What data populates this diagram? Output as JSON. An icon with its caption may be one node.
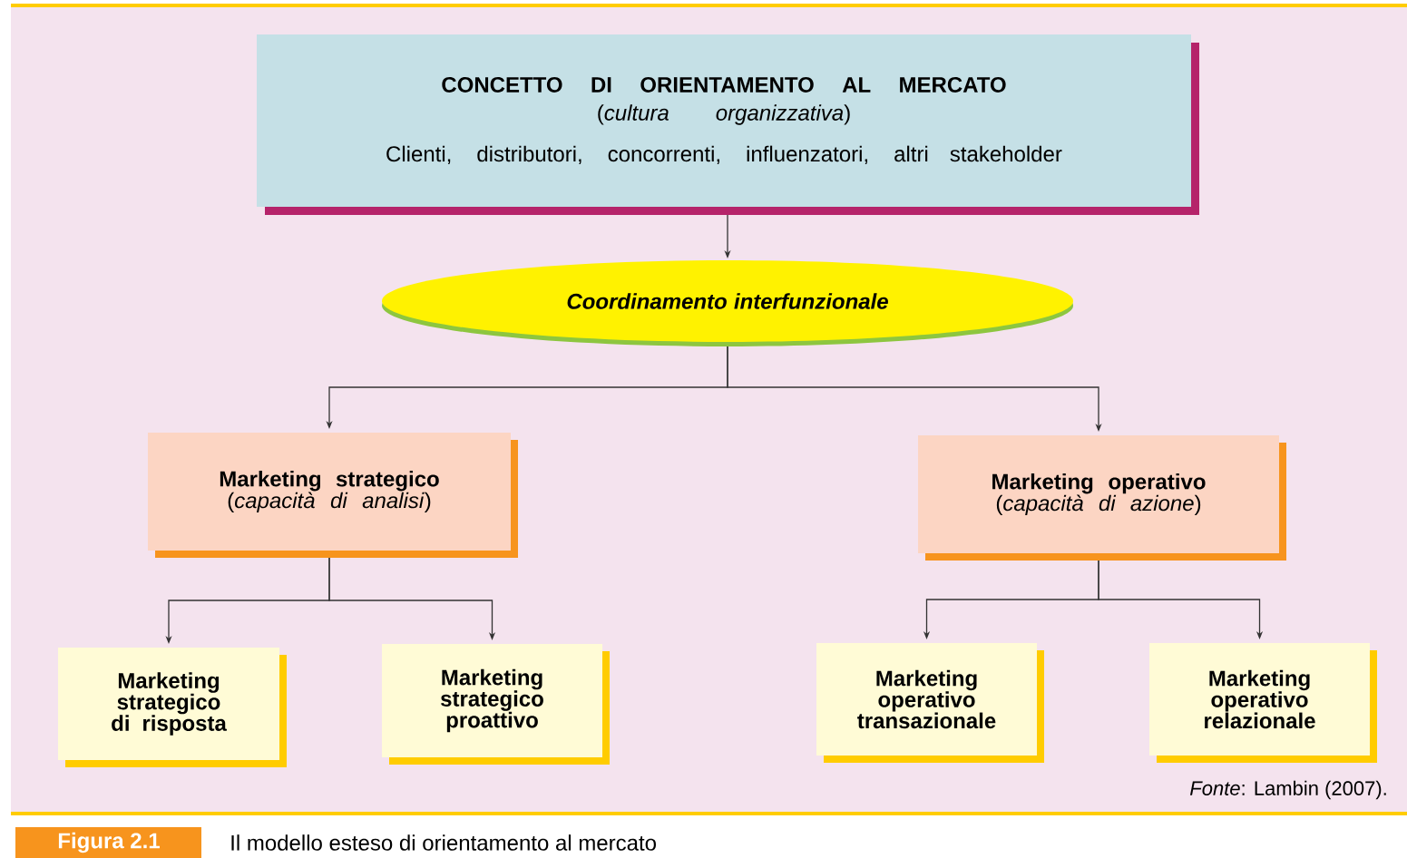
{
  "diagram": {
    "caption": "Il modello esteso di orientamento al mercato",
    "nodes": [
      {
        "text": [
          "CONCETTO DI ORIENTAMENTO AL MERCATO",
          "(*cultura organizzativa*)",
          "Clienti, distributori, concorrenti, influenzatori, altri stakeholder"
        ]
      },
      {
        "text": [
          "Coordinamento interfunzionale"
        ]
      },
      {
        "text": [
          "Marketing strategico",
          "(*capacità di analisi*)"
        ]
      },
      {
        "text": [
          "Marketing operativo",
          "(*capacità di azione*)"
        ]
      },
      {
        "text": [
          "Marketing strategico di risposta"
        ]
      },
      {
        "text": [
          "Marketing strategico proattivo"
        ]
      },
      {
        "text": [
          "Marketing operativo transazionale"
        ]
      },
      {
        "text": [
          "Marketing operativo relazionale"
        ]
      }
    ],
    "edges": [
      {
        "from": 0,
        "to": 1,
        "arrow": "to"
      },
      {
        "from": 1,
        "to": 2,
        "arrow": "to"
      },
      {
        "from": 1,
        "to": 3,
        "arrow": "to"
      },
      {
        "from": 2,
        "to": 4,
        "arrow": "to"
      },
      {
        "from": 2,
        "to": 5,
        "arrow": "to"
      },
      {
        "from": 3,
        "to": 6,
        "arrow": "to"
      },
      {
        "from": 3,
        "to": 7,
        "arrow": "to"
      }
    ],
    "labels": [
      "*Fonte*: Lambin (2007).",
      "Figura 2.1"
    ]
  }
}
